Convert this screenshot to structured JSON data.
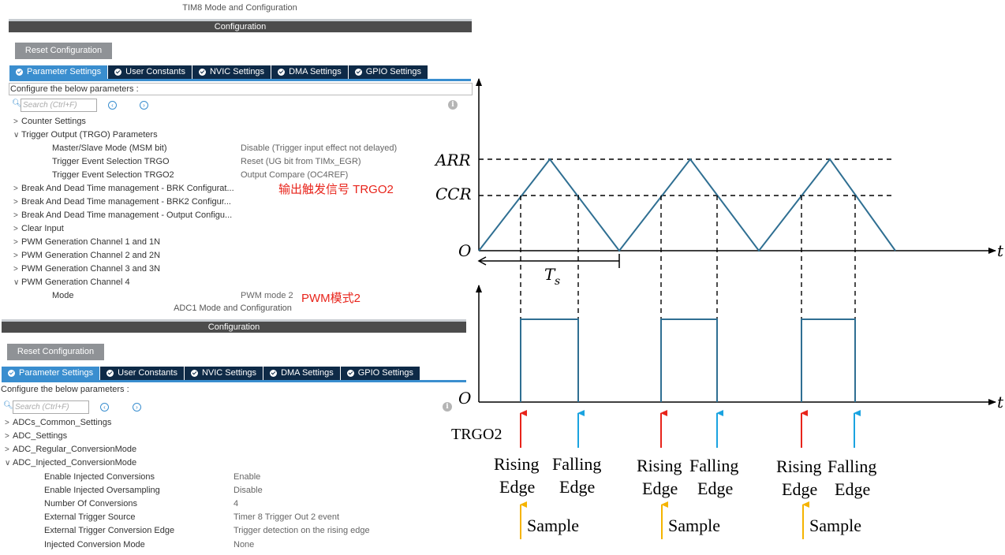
{
  "tim8": {
    "title": "TIM8 Mode and Configuration",
    "config_bar": "Configuration",
    "reset_button": "Reset Configuration",
    "tabs": [
      "Parameter Settings",
      "User Constants",
      "NVIC Settings",
      "DMA Settings",
      "GPIO Settings"
    ],
    "configure_text": "Configure the below parameters :",
    "search_placeholder": "Search (Ctrl+F)",
    "tree": [
      {
        "label": "Counter Settings",
        "expanded": false
      },
      {
        "label": "Trigger Output (TRGO) Parameters",
        "expanded": true
      },
      {
        "label": "Master/Slave Mode (MSM bit)",
        "value": "Disable (Trigger input effect not delayed)"
      },
      {
        "label": "Trigger Event Selection TRGO",
        "value": "Reset (UG bit from TIMx_EGR)"
      },
      {
        "label": "Trigger Event Selection TRGO2",
        "value": "Output Compare (OC4REF)"
      },
      {
        "label": "Break And Dead Time management - BRK Configurat...",
        "expanded": false
      },
      {
        "label": "Break And Dead Time management - BRK2 Configur...",
        "expanded": false
      },
      {
        "label": "Break And Dead Time management - Output Configu...",
        "expanded": false
      },
      {
        "label": "Clear Input",
        "expanded": false
      },
      {
        "label": "PWM Generation Channel 1 and 1N",
        "expanded": false
      },
      {
        "label": "PWM Generation Channel 2 and 2N",
        "expanded": false
      },
      {
        "label": "PWM Generation Channel 3 and 3N",
        "expanded": false
      },
      {
        "label": "PWM Generation Channel 4",
        "expanded": true
      },
      {
        "label": "Mode",
        "value": "PWM mode 2"
      }
    ],
    "annotation_trgo2": "输出触发信号 TRGO2",
    "annotation_pwm": "PWM模式2"
  },
  "adc1": {
    "title": "ADC1 Mode and Configuration",
    "config_bar": "Configuration",
    "reset_button": "Reset Configuration",
    "tabs": [
      "Parameter Settings",
      "User Constants",
      "NVIC Settings",
      "DMA Settings",
      "GPIO Settings"
    ],
    "configure_text": "Configure the below parameters :",
    "search_placeholder": "Search (Ctrl+F)",
    "tree": [
      {
        "label": "ADCs_Common_Settings",
        "expanded": false
      },
      {
        "label": "ADC_Settings",
        "expanded": false
      },
      {
        "label": "ADC_Regular_ConversionMode",
        "expanded": false
      },
      {
        "label": "ADC_Injected_ConversionMode",
        "expanded": true
      },
      {
        "label": "Enable Injected Conversions",
        "value": "Enable"
      },
      {
        "label": "Enable Injected Oversampling",
        "value": "Disable"
      },
      {
        "label": "Number Of Conversions",
        "value": "4"
      },
      {
        "label": "External Trigger Source",
        "value": "Timer 8 Trigger Out 2 event"
      },
      {
        "label": "External Trigger Conversion Edge",
        "value": "Trigger detection on the rising edge"
      },
      {
        "label": "Injected Conversion Mode",
        "value": "None"
      }
    ]
  },
  "diagram": {
    "label_arr": "ARR",
    "label_ccr": "CCR",
    "label_zero": "O",
    "label_t": "t",
    "label_ts": "T",
    "label_ts_sub": "s",
    "label_trgo2": "TRGO2",
    "rising_line1": "Rising",
    "rising_line2": "Edge",
    "falling_line1": "Falling",
    "falling_line2": "Edge",
    "sample": "Sample",
    "colors": {
      "waveform": "#2f6f92",
      "rising_arrow": "#e8241b",
      "falling_arrow": "#1aa3e0",
      "sample_arrow": "#f5b400"
    }
  }
}
